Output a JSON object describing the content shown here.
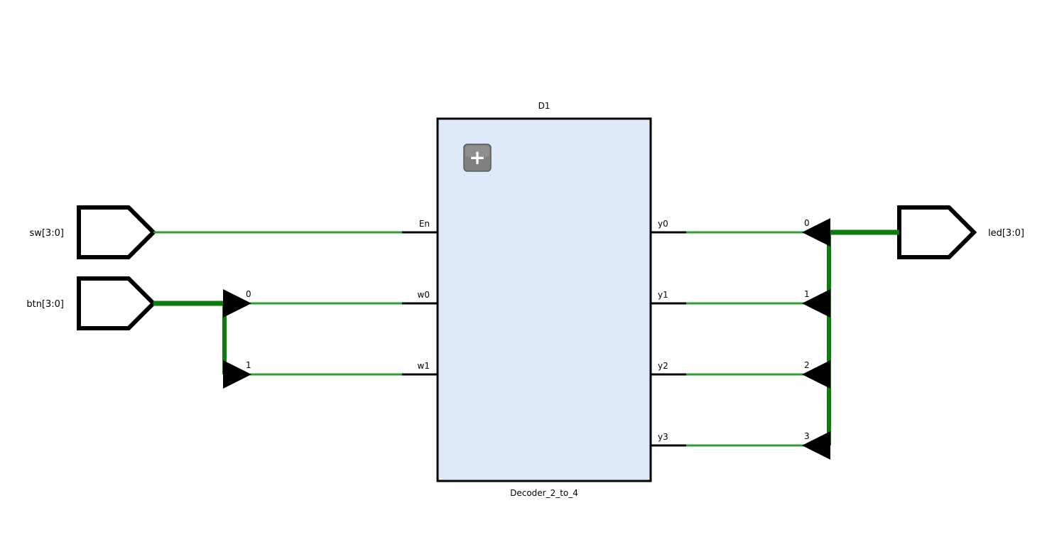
{
  "colors": {
    "wire": "#2ca02c",
    "bus": "#0a7d0a",
    "block_fill": "#deeaf8",
    "block_stroke": "#000000",
    "port_stroke": "#000000",
    "expand_button": "#808080"
  },
  "block": {
    "instance": "D1",
    "module": "Decoder_2_to_4",
    "expand_symbol": "+",
    "inputs": [
      "En",
      "w0",
      "w1"
    ],
    "outputs": [
      "y0",
      "y1",
      "y2",
      "y3"
    ]
  },
  "ports": {
    "sw": "sw[3:0]",
    "btn": "btn[3:0]",
    "led": "led[3:0]"
  },
  "btn_rippers": [
    "0",
    "1"
  ],
  "led_rippers": [
    "0",
    "1",
    "2",
    "3"
  ]
}
